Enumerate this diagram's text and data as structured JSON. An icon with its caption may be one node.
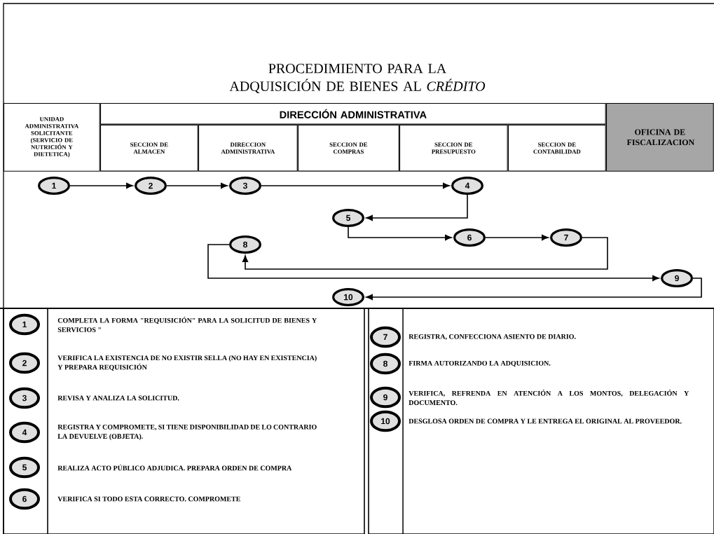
{
  "diagram": {
    "title": "PROCEDIMIENTO PARA LA ADQUISICIÓN DE BIENES AL *CRÉDITO*",
    "nodes": [
      {
        "text": [
          "UNIDAD ADMINISTRATIVA SOLICITANTE (SERVICIO DE NUTRICIÓN Y DIETETICA)"
        ]
      },
      {
        "text": [
          "DIRECCIÓN ADMINISTRATIVA"
        ]
      },
      {
        "text": [
          "SECCION DE ALMACEN"
        ]
      },
      {
        "text": [
          "DIRECCION ADMINISTRATIVA"
        ]
      },
      {
        "text": [
          "SECCION DE COMPRAS"
        ]
      },
      {
        "text": [
          "SECCION DE PRESUPUESTO"
        ]
      },
      {
        "text": [
          "SECCION DE CONTABILIDAD"
        ]
      },
      {
        "text": [
          "OFICINA DE FISCALIZACION"
        ]
      },
      {
        "text": [
          "1"
        ]
      },
      {
        "text": [
          "2"
        ]
      },
      {
        "text": [
          "3"
        ]
      },
      {
        "text": [
          "4"
        ]
      },
      {
        "text": [
          "5"
        ]
      },
      {
        "text": [
          "6"
        ]
      },
      {
        "text": [
          "7"
        ]
      },
      {
        "text": [
          "8"
        ]
      },
      {
        "text": [
          "9"
        ]
      },
      {
        "text": [
          "10"
        ]
      },
      {
        "text": [
          "1"
        ],
        "beside": [
          "COMPLETA LA FORMA \"REQUISICIÓN\" PARA LA SOLICITUD DE BIENES Y SERVICIOS \""
        ]
      },
      {
        "text": [
          "2"
        ],
        "beside": [
          "VERIFICA LA EXISTENCIA DE NO EXISTIR SELLA (NO HAY EN EXISTENCIA) Y PREPARA REQUISICIÓN"
        ]
      },
      {
        "text": [
          "3"
        ],
        "beside": [
          "REVISA Y ANALIZA LA SOLICITUD."
        ]
      },
      {
        "text": [
          "4"
        ],
        "beside": [
          "REGISTRA Y COMPROMETE, SI TIENE DISPONIBILIDAD DE LO CONTRARIO LA DEVUELVE (OBJETA)."
        ]
      },
      {
        "text": [
          "5"
        ],
        "beside": [
          "REALIZA ACTO PÚBLICO ADJUDICA. PREPARA ORDEN DE COMPRA"
        ]
      },
      {
        "text": [
          "6"
        ],
        "beside": [
          "VERIFICA SI TODO ESTA CORRECTO. COMPROMETE"
        ]
      },
      {
        "text": [
          "7"
        ],
        "beside": [
          "REGISTRA, CONFECCIONA ASIENTO DE DIARIO."
        ]
      },
      {
        "text": [
          "8"
        ],
        "beside": [
          "FIRMA AUTORIZANDO LA ADQUISICION."
        ]
      },
      {
        "text": [
          "9"
        ],
        "beside": [
          "VERIFICA, REFRENDA EN ATENCIÓN A LOS MONTOS, DELEGACIÓN Y DOCUMENTO."
        ]
      },
      {
        "text": [
          "10"
        ],
        "beside": [
          "DESGLOSA ORDEN DE COMPRA Y LE ENTREGA EL ORIGINAL AL PROVEEDOR."
        ]
      }
    ],
    "edges": [
      {
        "from": 8,
        "to": 9,
        "arrow": "to"
      },
      {
        "from": 9,
        "to": 10,
        "arrow": "to"
      },
      {
        "from": 10,
        "to": 11,
        "arrow": "to"
      },
      {
        "from": 11,
        "to": 12,
        "arrow": "to"
      },
      {
        "from": 12,
        "to": 13,
        "arrow": "to"
      },
      {
        "from": 13,
        "to": 14,
        "arrow": "to"
      },
      {
        "from": 14,
        "to": 15,
        "arrow": "to"
      },
      {
        "from": 15,
        "to": 16,
        "arrow": "to"
      },
      {
        "from": 16,
        "to": 17,
        "arrow": "to"
      }
    ]
  }
}
